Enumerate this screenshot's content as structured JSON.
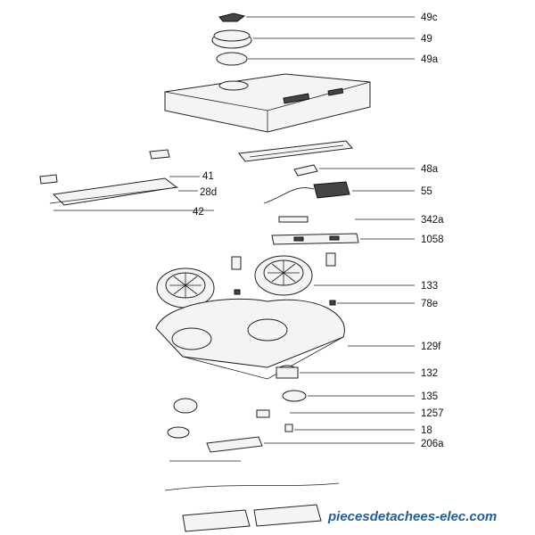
{
  "labels": [
    "49c",
    "49",
    "49a",
    "41",
    "28d",
    "42",
    "48a",
    "55",
    "342a",
    "1058",
    "133",
    "78e",
    "129f",
    "132",
    "135",
    "1257",
    "18",
    "206a"
  ],
  "watermark": "piecesdetachees-elec.com"
}
